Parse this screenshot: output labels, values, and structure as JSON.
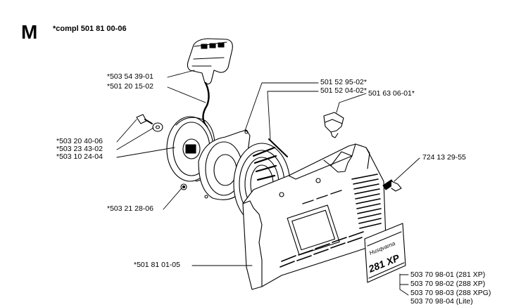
{
  "header": {
    "section_letter": "M",
    "assembly_number": "*compl 501 81 00-06"
  },
  "parts": {
    "handle": "*503 54 39-01",
    "rope": "*501 20 15-02",
    "spring_a": "501 52 95-02*",
    "spring_b": "501 52 04-02*",
    "knob": "501 63 06-01*",
    "screw_small": "*503 20 40-06",
    "washer": "*503 23 43-02",
    "pulley": "*503 10 24-04",
    "screw_right": "724 13 29-55",
    "pin": "*503 21 28-06",
    "starter_cover": "*501 81 01-05"
  },
  "decal": {
    "brand": "Husqvarna",
    "model": "281 XP",
    "variants": [
      "503 70 98-01 (281 XP)",
      "503 70 98-02 (288 XP)",
      "503 70 98-03 (288 XPG)",
      "503 70 98-04 (Lite)"
    ]
  }
}
